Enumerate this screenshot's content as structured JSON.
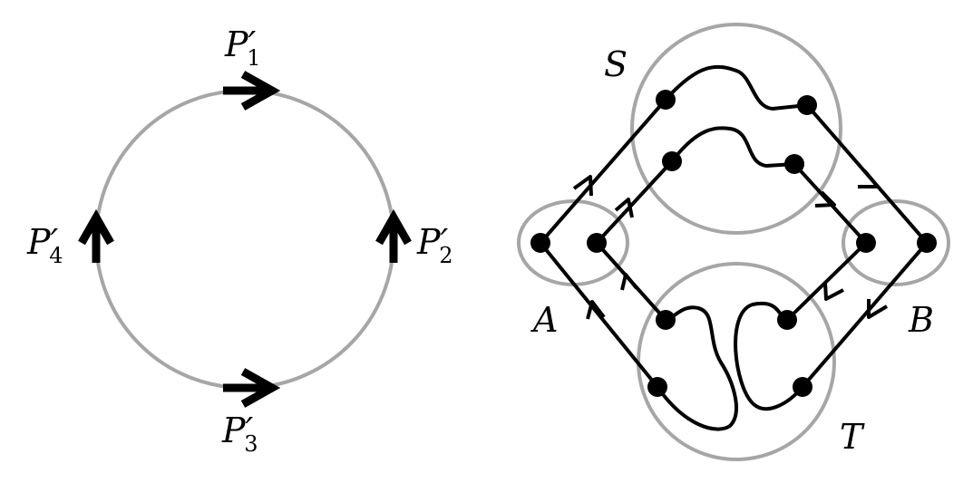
{
  "left_diagram": {
    "labels": {
      "p1": {
        "base": "P",
        "prime": "′",
        "sub": "1"
      },
      "p2": {
        "base": "P",
        "prime": "′",
        "sub": "2"
      },
      "p3": {
        "base": "P",
        "prime": "′",
        "sub": "3"
      },
      "p4": {
        "base": "P",
        "prime": "′",
        "sub": "4"
      }
    }
  },
  "right_diagram": {
    "labels": {
      "s": "S",
      "t": "T",
      "a": "A",
      "b": "B"
    }
  },
  "colors": {
    "circle": "#a6a6a6",
    "ink": "#000000",
    "background": "#ffffff"
  }
}
